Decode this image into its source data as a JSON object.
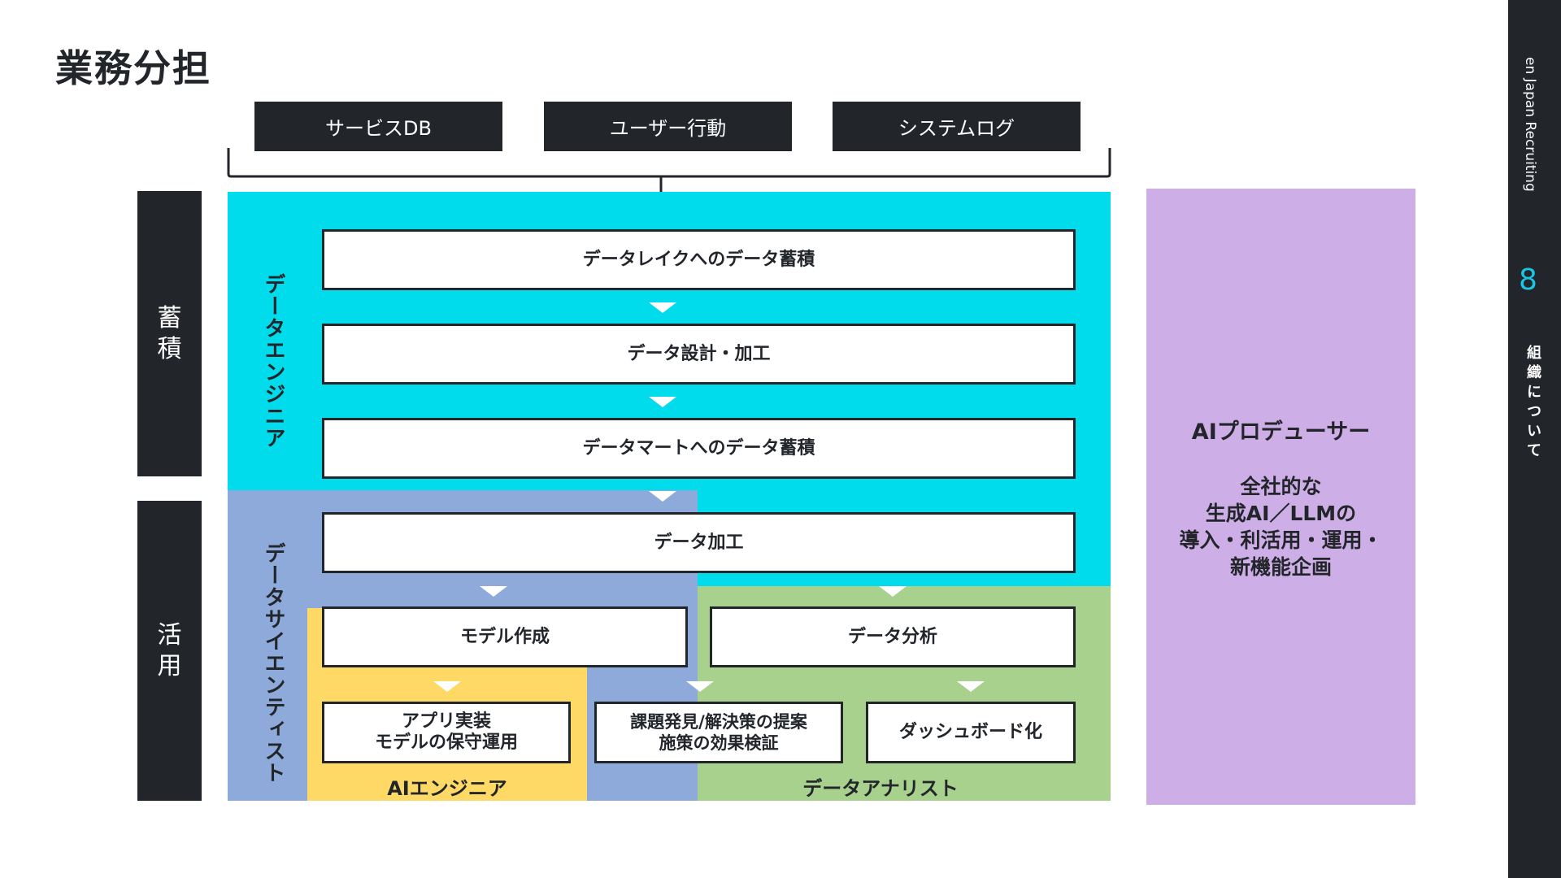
{
  "page": {
    "title": "業務分担"
  },
  "sources": [
    "サービスDB",
    "ユーザー行動",
    "システムログ"
  ],
  "sides": {
    "accumulate": "蓄\n積",
    "utilize": "活\n用"
  },
  "roles": {
    "data_engineer": "データエンジニア",
    "data_scientist": "データサイエンティスト",
    "ai_engineer": "AIエンジニア",
    "data_analyst": "データアナリスト"
  },
  "steps": {
    "datalake": "データレイクへのデータ蓄積",
    "design": "データ設計・加工",
    "datamart": "データマートへのデータ蓄積",
    "processing": "データ加工",
    "model": "モデル作成",
    "analysis": "データ分析",
    "app": "アプリ実装\nモデルの保守運用",
    "issue": "課題発見/解決策の提案\n施策の効果検証",
    "dashboard": "ダッシュボード化"
  },
  "producer": {
    "title": "AIプロデューサー",
    "body": "全社的な\n生成AI／LLMの\n導入・利活用・運用・\n新機能企画"
  },
  "sidebar": {
    "brand": "en Japan Recruiting",
    "page_number": "8",
    "section": "組織について"
  },
  "colors": {
    "dark": "#22262b",
    "data_engineer": "#00dcec",
    "data_scientist": "#8eaadb",
    "ai_engineer": "#ffd966",
    "data_analyst": "#a9d18e",
    "producer": "#cdaee6",
    "accent": "#19c6e6"
  }
}
